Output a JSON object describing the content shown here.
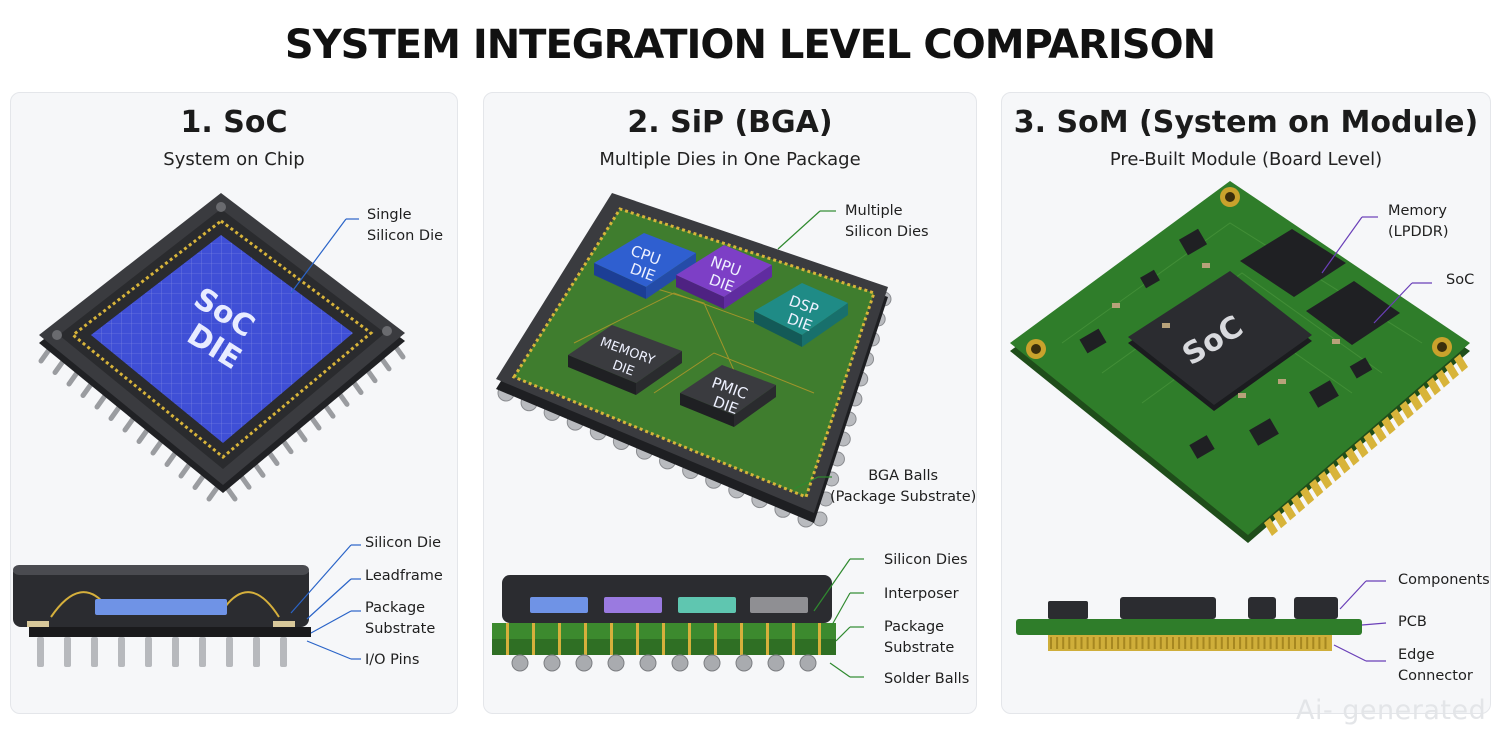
{
  "title": "SYSTEM INTEGRATION LEVEL COMPARISON",
  "panels": [
    {
      "title": "1. SoC",
      "subtitle": "System on Chip",
      "die_label_1": "SoC",
      "die_label_2": "DIE",
      "callouts": {
        "die_line1": "Single",
        "die_line2": "Silicon Die",
        "silicon_die": "Silicon Die",
        "leadframe": "Leadframe",
        "substrate_line1": "Package",
        "substrate_line2": "Substrate",
        "pins": "I/O Pins"
      }
    },
    {
      "title": "2. SiP (BGA)",
      "subtitle": "Multiple Dies in One Package",
      "dies": {
        "cpu_1": "CPU",
        "cpu_2": "DIE",
        "npu_1": "NPU",
        "npu_2": "DIE",
        "dsp_1": "DSP",
        "dsp_2": "DIE",
        "mem_1": "MEMORY",
        "mem_2": "DIE",
        "pmic_1": "PMIC",
        "pmic_2": "DIE"
      },
      "callouts": {
        "dies_line1": "Multiple",
        "dies_line2": "Silicon Dies",
        "bga_line1": "BGA Balls",
        "bga_line2": "(Package Substrate)",
        "silicon_dies": "Silicon Dies",
        "interposer": "Interposer",
        "substrate_line1": "Package",
        "substrate_line2": "Substrate",
        "solder": "Solder Balls"
      }
    },
    {
      "title": "3. SoM (System on Module)",
      "subtitle": "Pre-Built Module (Board Level)",
      "soc_label": "SoC",
      "callouts": {
        "memory_line1": "Memory",
        "memory_line2": "(LPDDR)",
        "soc": "SoC",
        "components": "Components",
        "pcb": "PCB",
        "edge_line1": "Edge",
        "edge_line2": "Connector"
      }
    }
  ],
  "watermark": "Ai- generated",
  "colors": {
    "soc_die": "#3f4fd6",
    "cpu_die": "#2f5fd0",
    "npu_die": "#7d3fc6",
    "dsp_die": "#1f8b86",
    "pcb_green": "#2f7d2a",
    "gold": "#c9a22c",
    "package_dark": "#2b2b2e"
  },
  "icons": [
    "qfp-chip-icon",
    "bga-package-icon",
    "module-board-icon"
  ]
}
